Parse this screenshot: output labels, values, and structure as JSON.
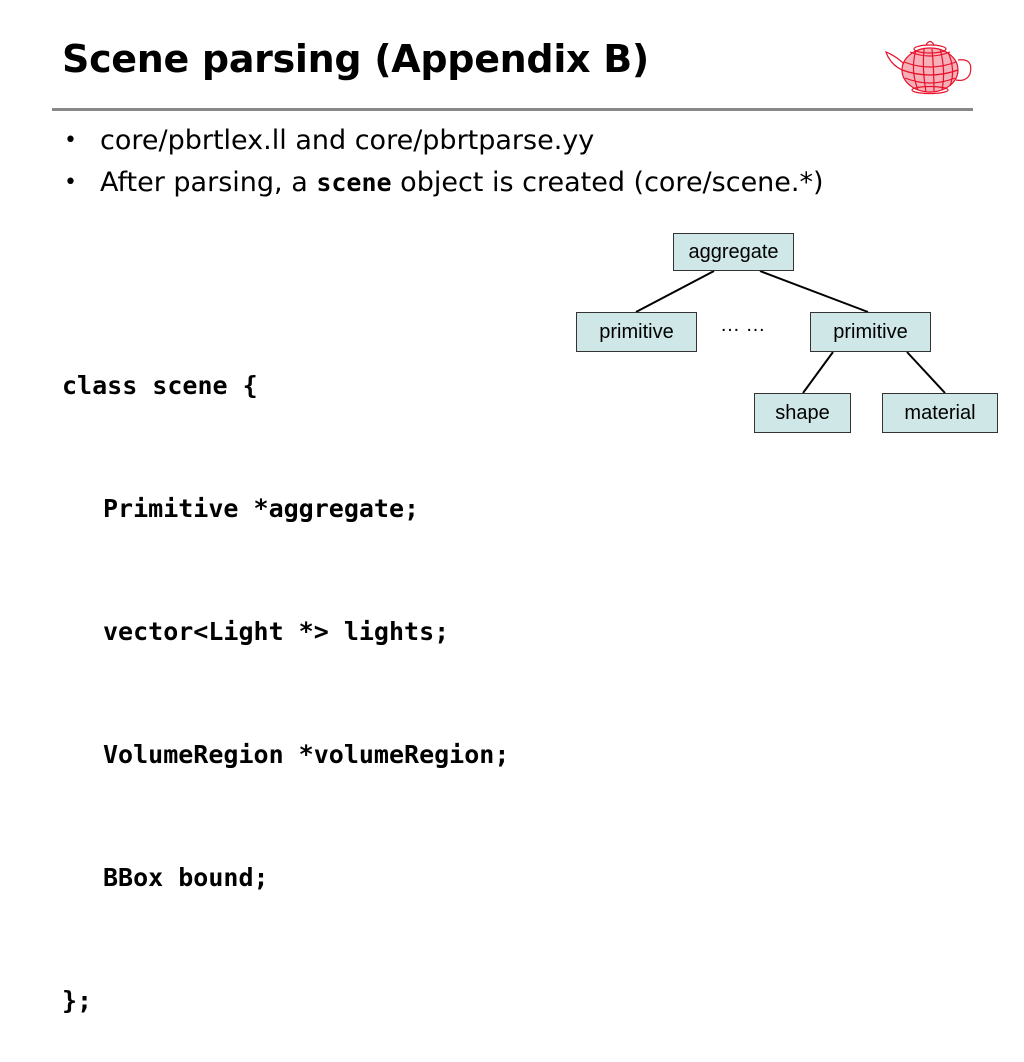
{
  "slide": {
    "title": "Scene parsing (Appendix B)",
    "logo_icon": "utah-teapot-wireframe-icon",
    "accent_color": "#e8102a"
  },
  "bullets": [
    {
      "text": "core/pbrtlex.ll and core/pbrtparse.yy"
    },
    {
      "before": "After parsing, a ",
      "code": "scene",
      "after": " object is created (core/scene.*)"
    }
  ],
  "code_block": [
    "class scene {",
    "Primitive *aggregate;",
    "vector<Light *> lights;",
    "VolumeRegion *volumeRegion;",
    "BBox bound;",
    "};"
  ],
  "tree": {
    "root": "aggregate",
    "left_child": "primitive",
    "ellipsis": "… …",
    "right_child": "primitive",
    "grandchildren": [
      "shape",
      "material"
    ],
    "node_fill": "#cfe7e7"
  }
}
